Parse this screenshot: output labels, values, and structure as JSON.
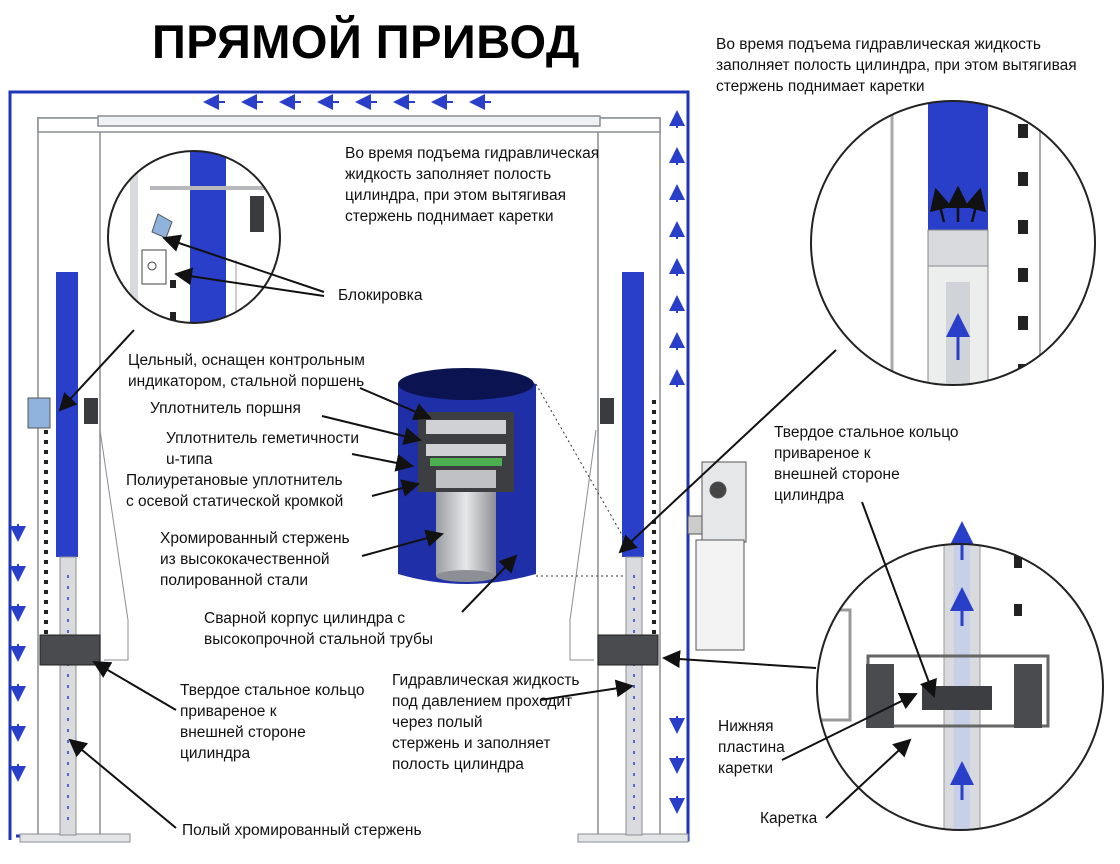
{
  "title": "ПРЯМОЙ ПРИВОД",
  "colors": {
    "fluid": "#2a3fc9",
    "frame_blue": "#1e35b8",
    "metal": "#d8dadd",
    "dark": "#2b2b2b"
  },
  "labels": {
    "top_right_note": "Во время подъема гидравлическая жидкость\nзаполняет полость цилиндра, при этом вытягивая\nстержень поднимает каретки",
    "left_zoom_note": "Во время подъема гидравлическая\nжидкость заполняет полость\nцилиндра, при этом вытягивая\nстержень поднимает каретки",
    "lock": "Блокировка",
    "piston": "Цельный, оснащен контрольным\nиндикатором, стальной поршень",
    "piston_seal": "Уплотнитель поршня",
    "u_seal": "Уплотнитель геметичности\nu-типа",
    "poly_seal": "Полиуретановые уплотнитель\nс осевой статической кромкой",
    "chrome_rod": "Хромированный стержень\nиз высококачественной\nполированной стали",
    "cylinder_body": "Сварной корпус цилиндра с\nвысокопрочной стальной трубы",
    "ring_left": "Твердое стальное кольцо\nпривареное к\nвнешней стороне\nцилиндра",
    "hollow_rod": "Полый хромированный стержень",
    "fluid_pressure": "Гидравлическая жидкость\nпод давлением проходит\nчерез полый\nстержень и заполняет\nполость цилиндра",
    "ring_right": "Твердое стальное кольцо\nпривареное к\nвнешней стороне\nцилиндра",
    "bottom_plate": "Нижняя\nпластина\nкаретки",
    "carriage": "Каретка"
  }
}
